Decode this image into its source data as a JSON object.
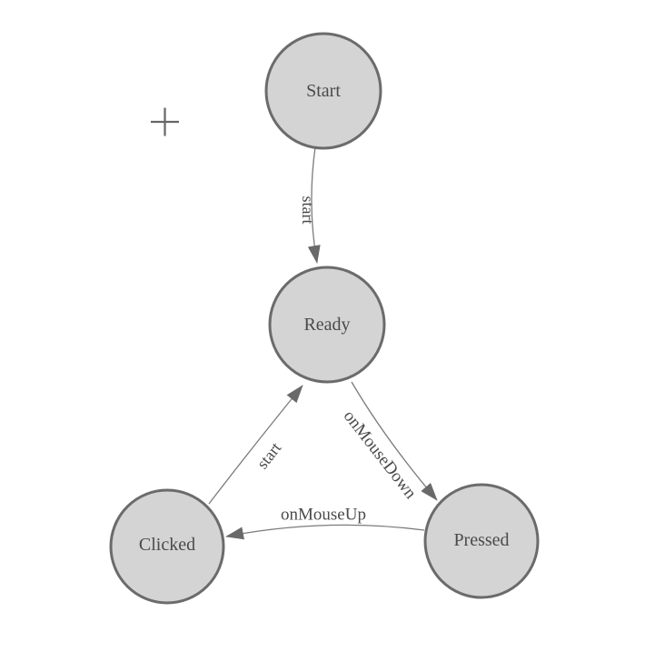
{
  "diagram": {
    "type": "state-machine",
    "colors": {
      "background": "#ffffff",
      "node_fill": "#d4d4d4",
      "node_border": "#6b6b6b",
      "edge_line": "#7b7b7b",
      "arrowhead": "#696969",
      "label_text": "#4a4a4a",
      "cursor": "#666666"
    },
    "nodes": [
      {
        "id": "start",
        "label": "Start"
      },
      {
        "id": "ready",
        "label": "Ready"
      },
      {
        "id": "clicked",
        "label": "Clicked"
      },
      {
        "id": "pressed",
        "label": "Pressed"
      }
    ],
    "edges": [
      {
        "from": "start",
        "to": "ready",
        "label": "start"
      },
      {
        "from": "clicked",
        "to": "ready",
        "label": "start"
      },
      {
        "from": "ready",
        "to": "pressed",
        "label": "onMouseDown"
      },
      {
        "from": "pressed",
        "to": "clicked",
        "label": "onMouseUp"
      }
    ],
    "cursor_icon": "plus-crosshair"
  }
}
